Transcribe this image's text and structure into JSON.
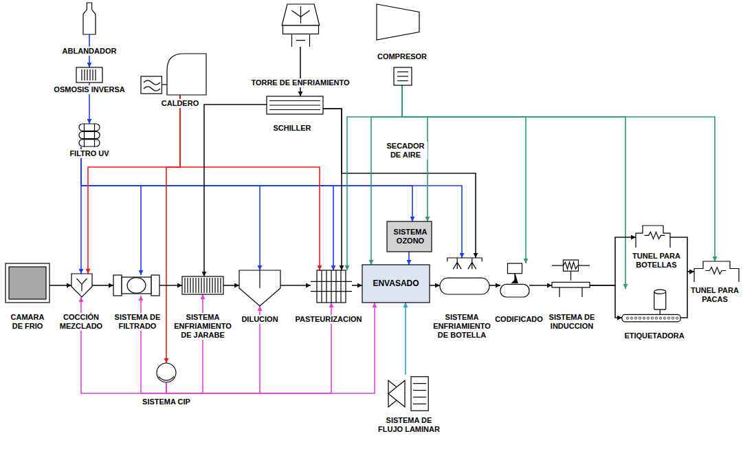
{
  "diagram": {
    "nodes": [
      {
        "text": [
          "ABLANDADOR"
        ]
      },
      {
        "text": [
          "OSMOSIS INVERSA"
        ]
      },
      {
        "text": [
          "FILTRO UV"
        ]
      },
      {
        "text": [
          "CALDERO"
        ]
      },
      {
        "text": [
          "TORRE DE ENFRIAMIENTO"
        ]
      },
      {
        "text": [
          "SCHILLER"
        ]
      },
      {
        "text": [
          "COMPRESOR"
        ]
      },
      {
        "text": [
          "SECADOR DE AIRE"
        ]
      },
      {
        "text": [
          "SISTEMA OZONO"
        ]
      },
      {
        "text": [
          "CAMARA DE FRIO"
        ]
      },
      {
        "text": [
          "COCCIÓN MEZCLADO"
        ]
      },
      {
        "text": [
          "SISTEMA DE FILTRADO"
        ]
      },
      {
        "text": [
          "SISTEMA ENFRIAMIENTO DE JARABE"
        ]
      },
      {
        "text": [
          "DILUCION"
        ]
      },
      {
        "text": [
          "PASTEURIZACION"
        ]
      },
      {
        "text": [
          "ENVASADO"
        ]
      },
      {
        "text": [
          "SISTEMA ENFRIAMIENTO DE BOTELLA"
        ]
      },
      {
        "text": [
          "CODIFICADO"
        ]
      },
      {
        "text": [
          "SISTEMA DE INDUCCION"
        ]
      },
      {
        "text": [
          "TUNEL PARA BOTELLAS"
        ]
      },
      {
        "text": [
          "ETIQUETADORA"
        ]
      },
      {
        "text": [
          "TUNEL PARA PACAS"
        ]
      },
      {
        "text": [
          "SISTEMA CIP"
        ]
      },
      {
        "text": [
          "SISTEMA DE FLUJO LAMINAR"
        ]
      }
    ],
    "edges": [
      {
        "from": 0,
        "to": 1,
        "arrow": "to"
      },
      {
        "from": 1,
        "to": 2,
        "arrow": "to"
      },
      {
        "from": 2,
        "to": 10,
        "arrow": "to"
      },
      {
        "from": 2,
        "to": 11,
        "arrow": "to"
      },
      {
        "from": 2,
        "to": 13,
        "arrow": "to"
      },
      {
        "from": 2,
        "to": 14,
        "arrow": "to"
      },
      {
        "from": 2,
        "to": 8,
        "arrow": "to"
      },
      {
        "from": 2,
        "to": 16,
        "arrow": "to"
      },
      {
        "from": 8,
        "to": 15,
        "arrow": "to"
      },
      {
        "from": 3,
        "to": 10,
        "arrow": "to"
      },
      {
        "from": 3,
        "to": 14,
        "arrow": "to"
      },
      {
        "from": 3,
        "to": 22,
        "arrow": "to"
      },
      {
        "from": 4,
        "to": 5,
        "arrow": "to"
      },
      {
        "from": 5,
        "to": 12,
        "arrow": "to"
      },
      {
        "from": 5,
        "to": 14,
        "arrow": "to"
      },
      {
        "from": 5,
        "to": 16,
        "arrow": "to"
      },
      {
        "from": 7,
        "to": 14,
        "arrow": "to"
      },
      {
        "from": 7,
        "to": 15,
        "arrow": "to"
      },
      {
        "from": 7,
        "to": 8,
        "arrow": "to"
      },
      {
        "from": 7,
        "to": 17,
        "arrow": "to"
      },
      {
        "from": 7,
        "to": 20,
        "arrow": "to"
      },
      {
        "from": 7,
        "to": 21,
        "arrow": "to"
      },
      {
        "from": 22,
        "to": 10,
        "arrow": "to"
      },
      {
        "from": 22,
        "to": 11,
        "arrow": "to"
      },
      {
        "from": 22,
        "to": 12,
        "arrow": "to"
      },
      {
        "from": 22,
        "to": 13,
        "arrow": "to"
      },
      {
        "from": 22,
        "to": 14,
        "arrow": "to"
      },
      {
        "from": 22,
        "to": 15,
        "arrow": "to"
      },
      {
        "from": 23,
        "to": 15,
        "arrow": "to"
      },
      {
        "from": 9,
        "to": 10,
        "arrow": "to"
      },
      {
        "from": 10,
        "to": 11,
        "arrow": "to"
      },
      {
        "from": 11,
        "to": 12,
        "arrow": "to"
      },
      {
        "from": 12,
        "to": 13,
        "arrow": "to"
      },
      {
        "from": 13,
        "to": 14,
        "arrow": "to"
      },
      {
        "from": 14,
        "to": 15,
        "arrow": "to"
      },
      {
        "from": 15,
        "to": 16,
        "arrow": "to"
      },
      {
        "from": 16,
        "to": 17,
        "arrow": "to"
      },
      {
        "from": 17,
        "to": 18,
        "arrow": "to"
      },
      {
        "from": 18,
        "to": 19,
        "arrow": "to"
      },
      {
        "from": 18,
        "to": 20,
        "arrow": "to"
      },
      {
        "from": 19,
        "to": 21,
        "arrow": "to"
      },
      {
        "from": 20,
        "to": 21,
        "arrow": "to"
      }
    ]
  }
}
